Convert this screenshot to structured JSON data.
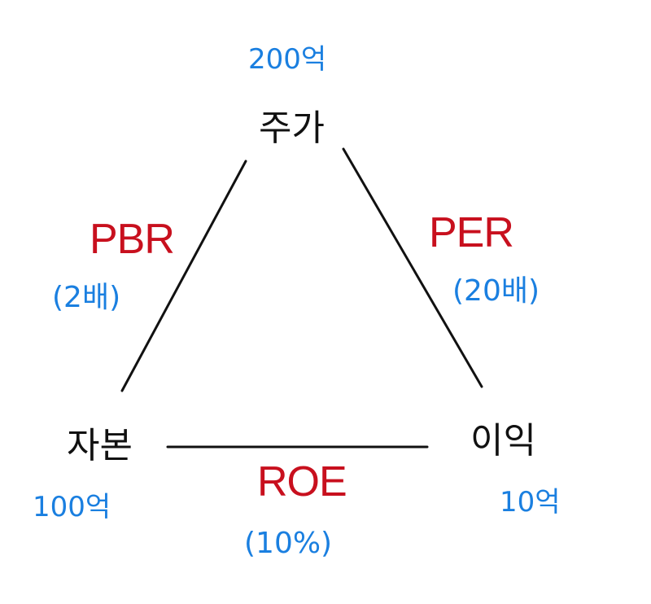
{
  "colors": {
    "node": "#111111",
    "ratio": "#c8101e",
    "value": "#1a7fe0",
    "edge": "#111111"
  },
  "nodes": {
    "price": {
      "label": "주가",
      "value": "200억"
    },
    "equity": {
      "label": "자본",
      "value": "100억"
    },
    "profit": {
      "label": "이익",
      "value": "10억"
    }
  },
  "edges": {
    "pbr": {
      "name": "PBR",
      "value": "(2배)"
    },
    "per": {
      "name": "PER",
      "value": "(20배)"
    },
    "roe": {
      "name": "ROE",
      "value": "(10%)"
    }
  }
}
